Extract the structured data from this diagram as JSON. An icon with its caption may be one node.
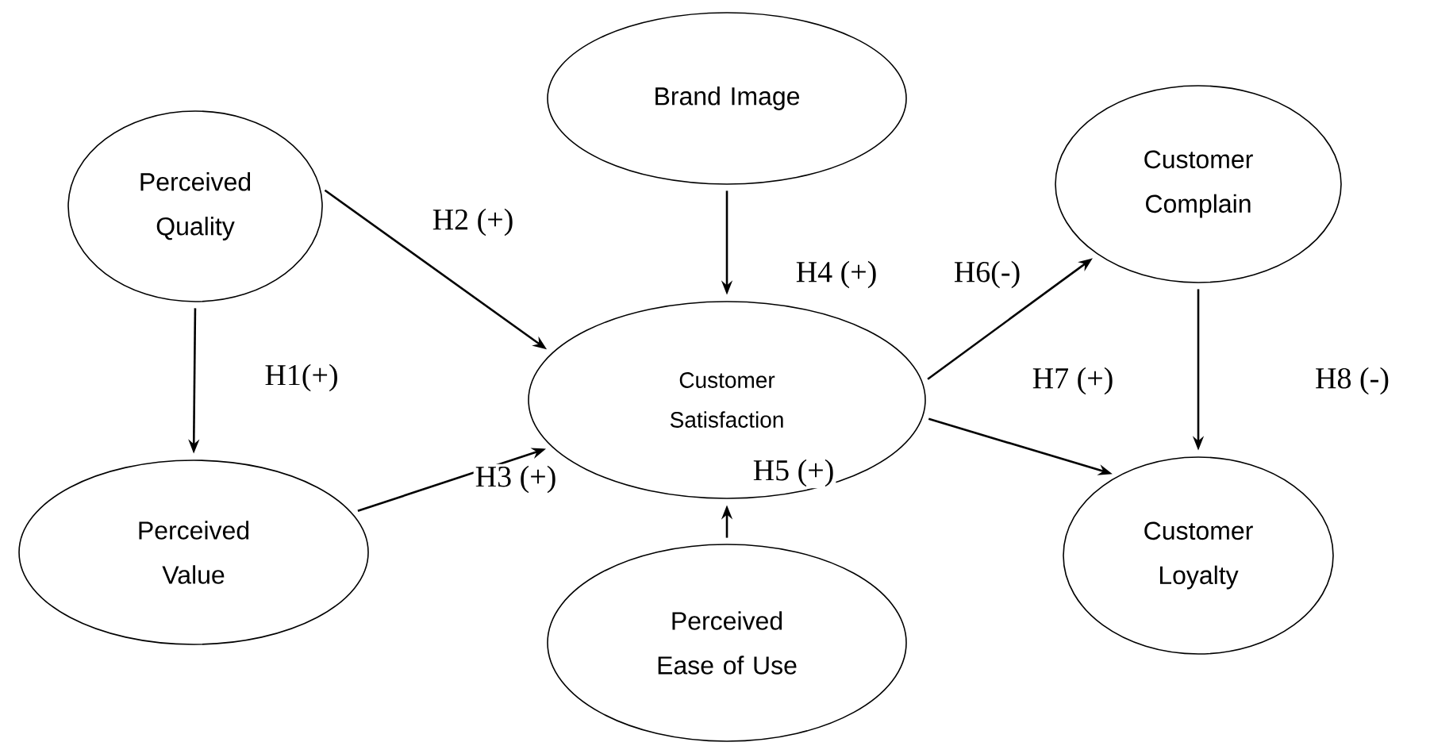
{
  "diagram": {
    "nodes": [
      {
        "text": [
          "Perceived Quality"
        ]
      },
      {
        "text": [
          "Perceived Value"
        ]
      },
      {
        "text": [
          "Brand Image"
        ]
      },
      {
        "text": [
          "Customer Satisfaction"
        ]
      },
      {
        "text": [
          "Perceived Ease of Use"
        ]
      },
      {
        "text": [
          "Customer Complain"
        ]
      },
      {
        "text": [
          "Customer Loyalty"
        ]
      }
    ],
    "edges": [
      {
        "from": 0,
        "to": 3,
        "arrow": "to",
        "label": "H2 (+)"
      },
      {
        "from": 0,
        "to": 1,
        "arrow": "to",
        "label": "H1(+)"
      },
      {
        "from": 1,
        "to": 3,
        "arrow": "to",
        "label": "H3 (+)"
      },
      {
        "from": 2,
        "to": 3,
        "arrow": "to",
        "label": "H4 (+)"
      },
      {
        "from": 4,
        "to": 3,
        "arrow": "to",
        "label": "H5 (+)"
      },
      {
        "from": 3,
        "to": 5,
        "arrow": "to",
        "label": "H6(-)"
      },
      {
        "from": 3,
        "to": 6,
        "arrow": "to",
        "label": "H7 (+)"
      },
      {
        "from": 5,
        "to": 6,
        "arrow": "to",
        "label": "H8 (-)"
      }
    ]
  }
}
